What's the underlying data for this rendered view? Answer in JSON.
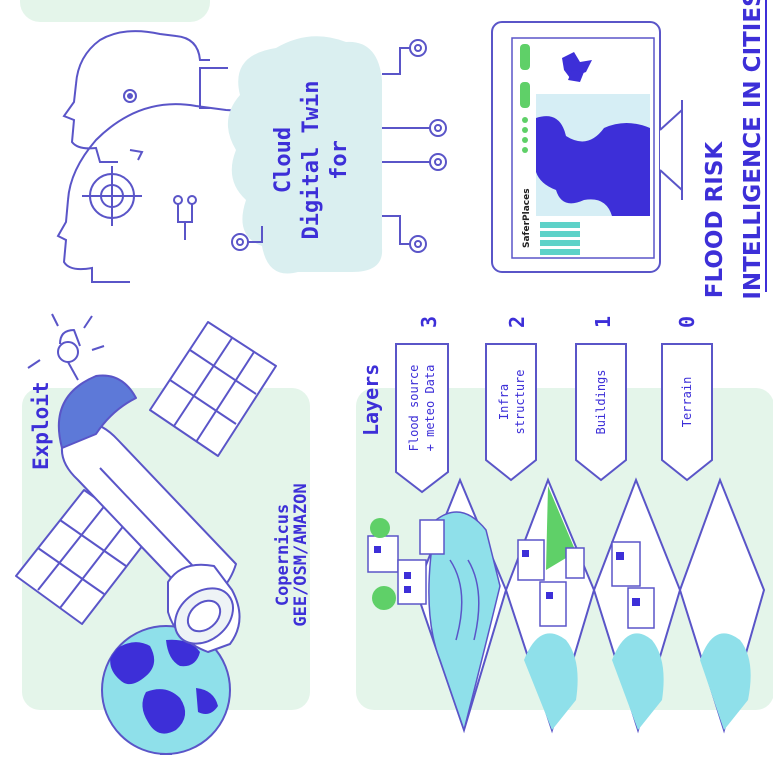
{
  "exploit": {
    "title": "Exploit",
    "sources_line1": "Copernicus",
    "sources_line2": "GEE/OSM/AMAZON"
  },
  "layers": {
    "title": "Layers",
    "items": [
      {
        "number": "3",
        "label_line1": "Flood source",
        "label_line2": "+ meteo Data"
      },
      {
        "number": "2",
        "label_line1": "Infra",
        "label_line2": "structure"
      },
      {
        "number": "1",
        "label_line1": "Buildings",
        "label_line2": ""
      },
      {
        "number": "0",
        "label_line1": "Terrain",
        "label_line2": ""
      }
    ]
  },
  "cloud": {
    "line1": "Cloud",
    "line2": "Digital Twin",
    "line3": "for"
  },
  "monitor": {
    "app_name": "SaferPlaces"
  },
  "headline": {
    "line1": "FLOOD RISK",
    "line2": "INTELLIGENCE IN CITIES"
  },
  "colors": {
    "outline": "#5a55c8",
    "accent_blue": "#3d2fd8",
    "panel_green": "#e4f5ea",
    "cloud_fill": "#daeff0",
    "water": "#8fe0ea",
    "green": "#5fd068"
  }
}
